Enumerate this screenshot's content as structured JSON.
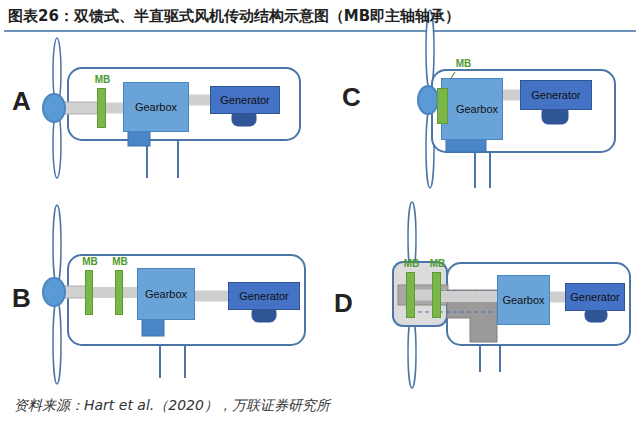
{
  "diagram": {
    "title": "图表26：双馈式、半直驱式风机传动结构示意图（MB即主轴轴承）",
    "caption": "资料来源：Hart et al.（2020），万联证券研究所",
    "nodes": [
      {
        "text": [
          "MB"
        ]
      },
      {
        "text": [
          "Gearbox"
        ]
      },
      {
        "text": [
          "Generator"
        ]
      },
      {
        "text": [
          "MB"
        ]
      },
      {
        "text": [
          "Gearbox"
        ]
      },
      {
        "text": [
          "Generator"
        ]
      },
      {
        "text": [
          "MB"
        ]
      },
      {
        "text": [
          "MB"
        ]
      },
      {
        "text": [
          "Gearbox"
        ]
      },
      {
        "text": [
          "Generator"
        ]
      },
      {
        "text": [
          "MB"
        ]
      },
      {
        "text": [
          "MB"
        ]
      },
      {
        "text": [
          "Gearbox"
        ]
      },
      {
        "text": [
          "Generator"
        ]
      }
    ],
    "edges": [
      {
        "from": 0,
        "to": 1,
        "arrow": "none"
      },
      {
        "from": 1,
        "to": 2,
        "arrow": "none"
      },
      {
        "from": 4,
        "to": 5,
        "arrow": "none"
      },
      {
        "from": 6,
        "to": 7,
        "arrow": "none"
      },
      {
        "from": 7,
        "to": 8,
        "arrow": "none"
      },
      {
        "from": 8,
        "to": 9,
        "arrow": "none"
      },
      {
        "from": 10,
        "to": 11,
        "arrow": "none"
      },
      {
        "from": 11,
        "to": 12,
        "arrow": "none"
      },
      {
        "from": 12,
        "to": 13,
        "arrow": "none"
      }
    ],
    "labels": [
      "A",
      "C",
      "B",
      "D"
    ]
  }
}
